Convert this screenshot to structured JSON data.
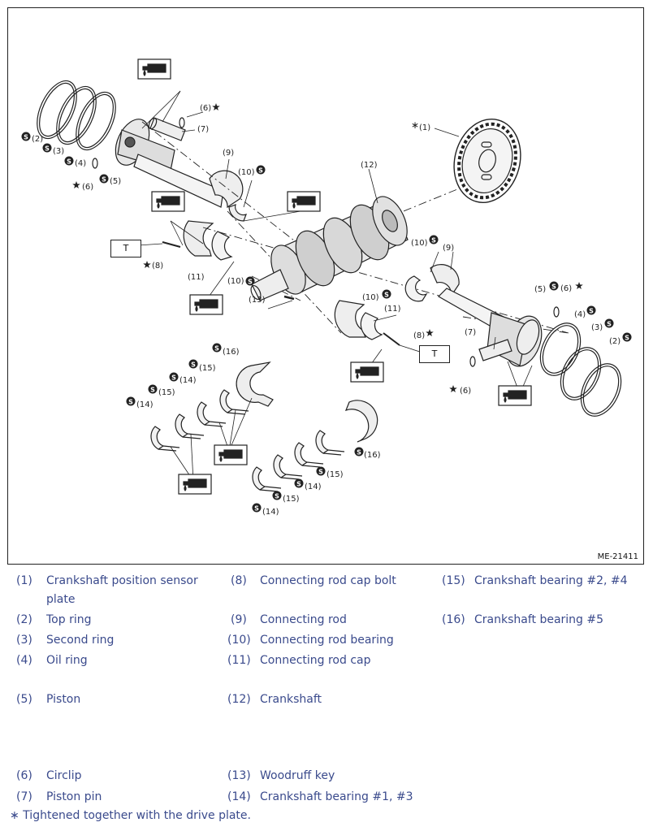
{
  "figure_id": "ME-21411",
  "torque_tag": "T",
  "callouts": {
    "c1": "(1)",
    "c2a": "(2)",
    "c3a": "(3)",
    "c4a": "(4)",
    "c5a": "(5)",
    "c6a": "(6)",
    "c6b": "(6)",
    "c7a": "(7)",
    "c9a": "(9)",
    "c10a": "(10)",
    "c12": "(12)",
    "c8a": "(8)",
    "c11a": "(11)",
    "c10b": "(10)",
    "c13": "(13)",
    "c10c": "(10)",
    "c9b": "(9)",
    "c10d": "(10)",
    "c11b": "(11)",
    "c8b": "(8)",
    "c5b": "(5)",
    "c6c": "(6)",
    "c4b": "(4)",
    "c3b": "(3)",
    "c2b": "(2)",
    "c7b": "(7)",
    "c6d": "(6)",
    "c16a": "(16)",
    "c14a": "(14)",
    "c15a": "(15)",
    "c14b": "(14)",
    "c15b": "(15)",
    "c16b": "(16)",
    "c15c": "(15)",
    "c14c": "(14)",
    "c15d": "(15)",
    "c14d": "(14)"
  },
  "legend": [
    {
      "num": "(1)",
      "text": "Crankshaft position sensor plate"
    },
    {
      "num": "(2)",
      "text": "Top ring"
    },
    {
      "num": "(3)",
      "text": "Second ring"
    },
    {
      "num": "(4)",
      "text": "Oil ring"
    },
    {
      "num": "(5)",
      "text": "Piston"
    },
    {
      "num": "(6)",
      "text": "Circlip"
    },
    {
      "num": "(7)",
      "text": "Piston pin"
    },
    {
      "num": "(8)",
      "text": "Connecting rod cap bolt"
    },
    {
      "num": "(9)",
      "text": "Connecting rod"
    },
    {
      "num": "(10)",
      "text": "Connecting rod bearing"
    },
    {
      "num": "(11)",
      "text": "Connecting rod cap"
    },
    {
      "num": "(12)",
      "text": "Crankshaft"
    },
    {
      "num": "(13)",
      "text": "Woodruff key"
    },
    {
      "num": "(14)",
      "text": "Crankshaft bearing #1, #3"
    },
    {
      "num": "(15)",
      "text": "Crankshaft bearing #2, #4"
    },
    {
      "num": "(16)",
      "text": "Crankshaft bearing #5"
    }
  ],
  "footnote": "∗ Tightened together with the drive plate."
}
